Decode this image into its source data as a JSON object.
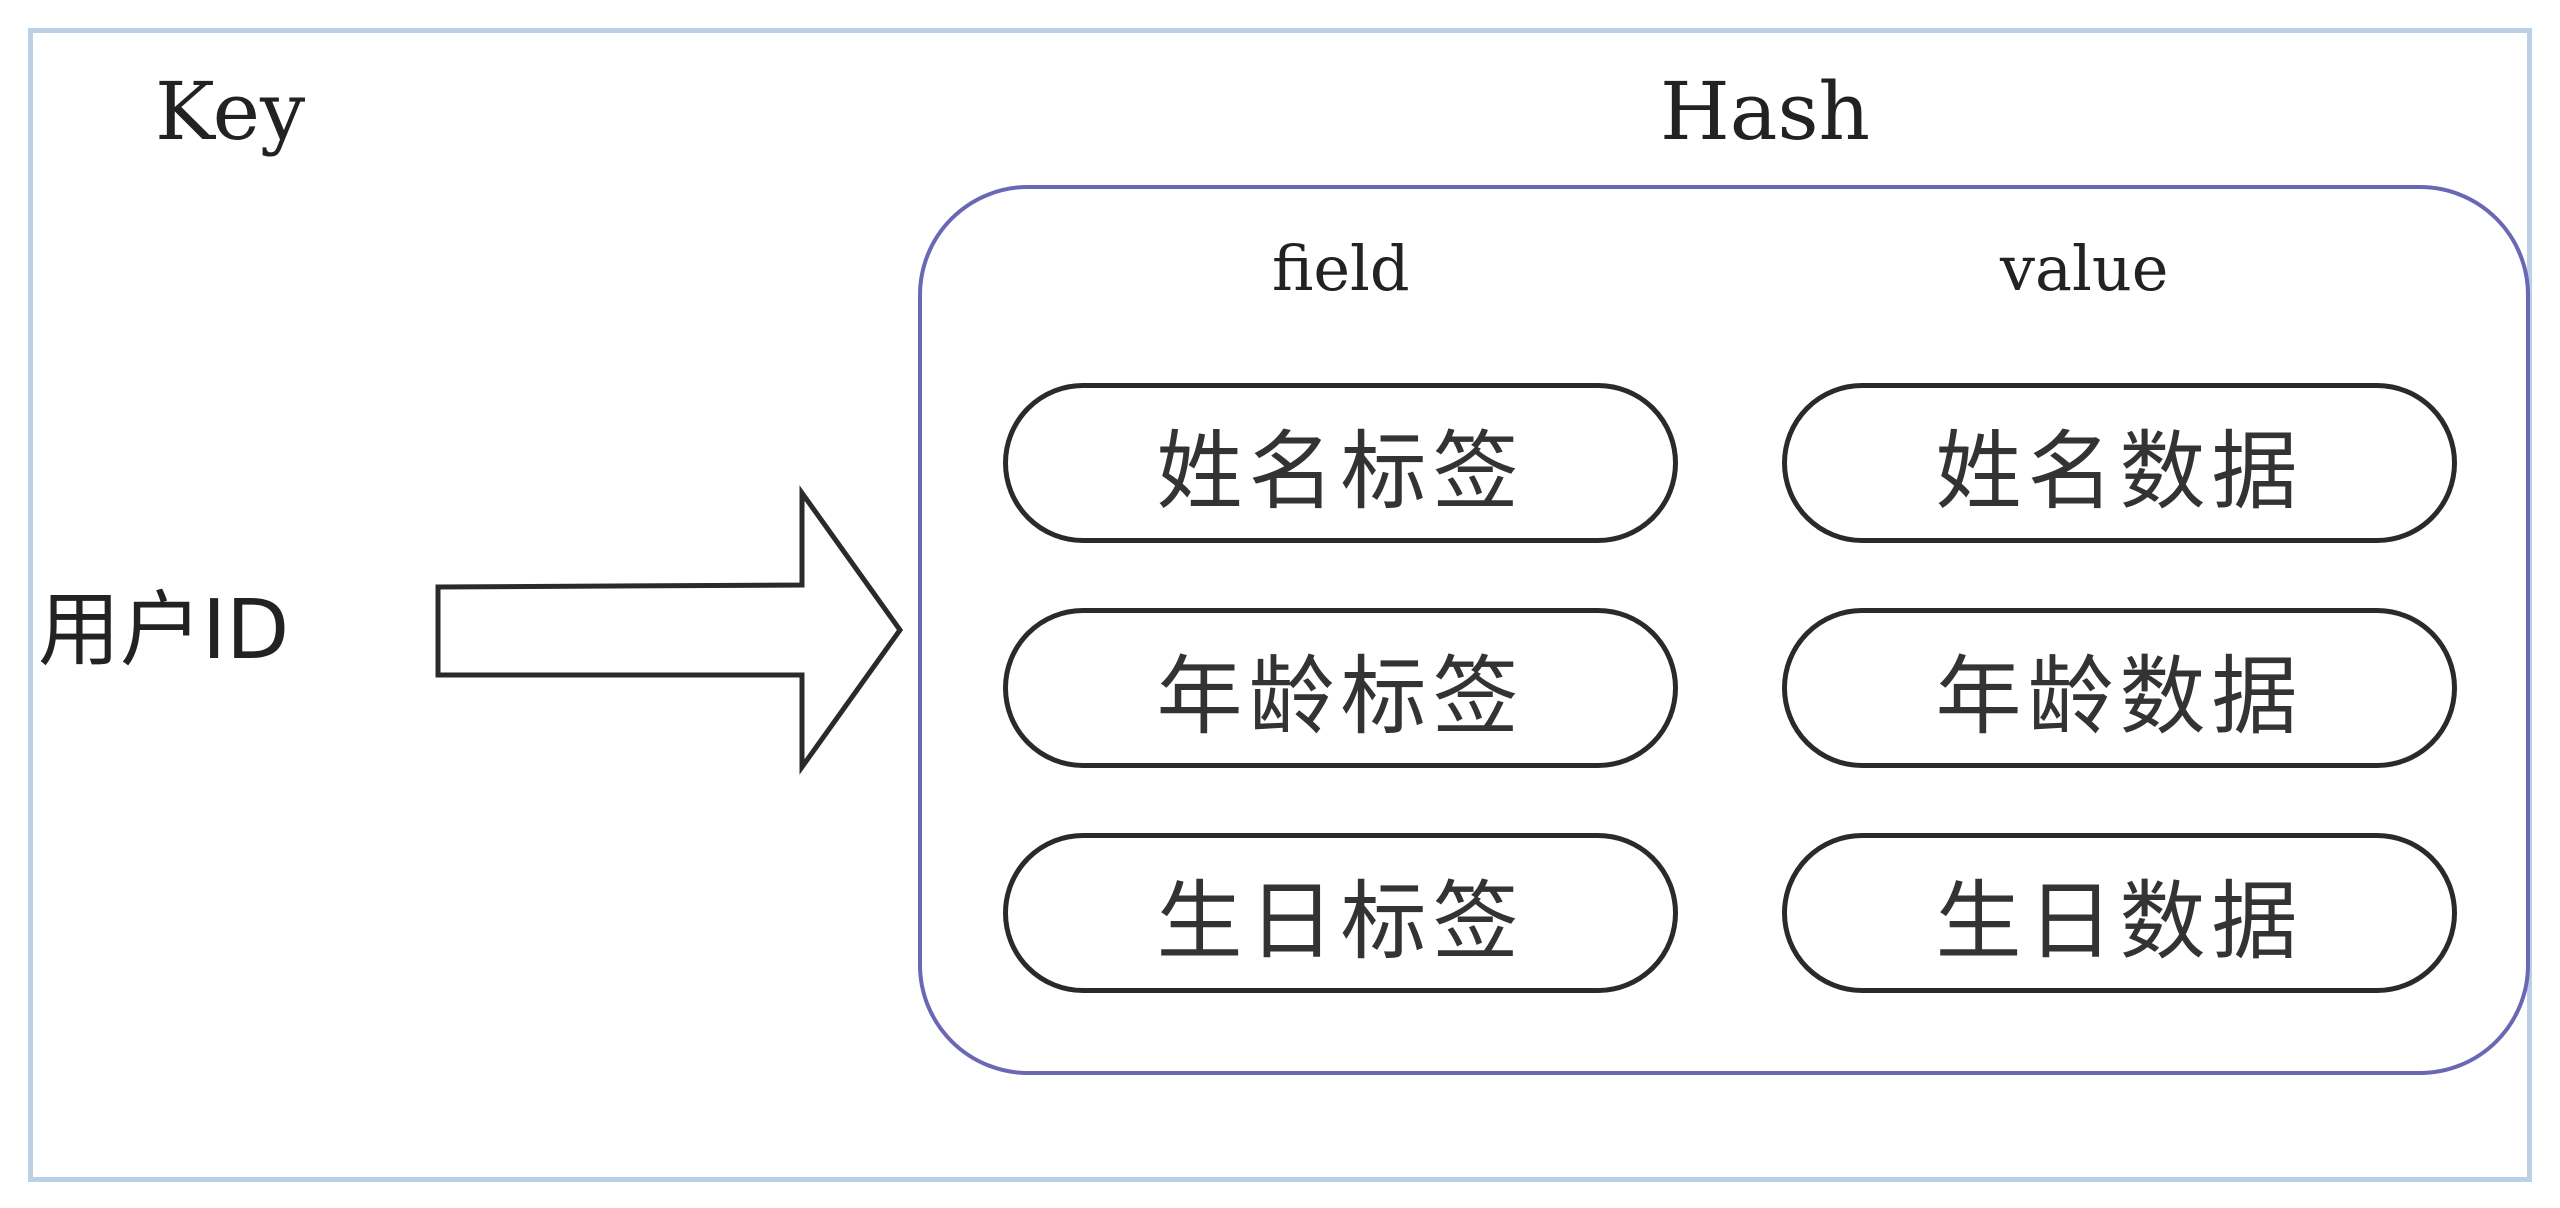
{
  "diagram": {
    "key_title": "Key",
    "hash_title": "Hash",
    "key_value": "用户ID",
    "field_header": "field",
    "value_header": "value",
    "rows": [
      {
        "field": "姓名标签",
        "value": "姓名数据"
      },
      {
        "field": "年龄标签",
        "value": "年龄数据"
      },
      {
        "field": "生日标签",
        "value": "生日数据"
      }
    ]
  },
  "colors": {
    "outer_border": "#b9d0e6",
    "hash_border": "#6a67b5",
    "pill_border": "#2a2a2a"
  }
}
